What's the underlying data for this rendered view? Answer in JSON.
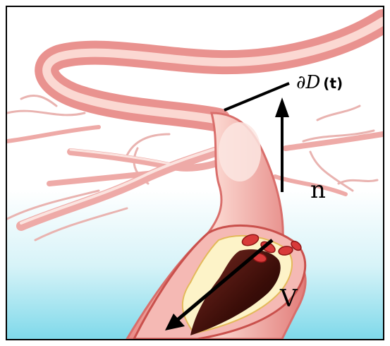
{
  "figure": {
    "labels": {
      "boundary_symbol": "∂D",
      "boundary_argument": "(t)",
      "normal": "n",
      "velocity": "V"
    },
    "icons": [
      "blood-vessel-illustration",
      "normal-vector-arrow",
      "velocity-vector-arrow",
      "boundary-pointer-line"
    ],
    "colors": {
      "vessel": "#f2a7a7",
      "vessel_highlight": "#fbe3df",
      "vessel_shadow": "#d9716f",
      "background_top": "#ffffff",
      "background_bottom": "#7fd9ea",
      "arrow": "#000000",
      "frame": "#000000"
    }
  }
}
